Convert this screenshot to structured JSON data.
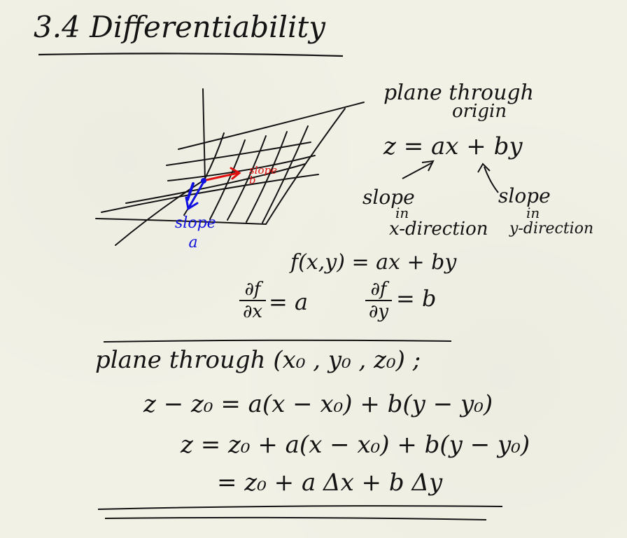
{
  "title": "3.4 Differentiability",
  "diagram": {
    "slope_b_label": "slope b",
    "slope_a_label": "slope a"
  },
  "notes": {
    "plane_origin_line1": "plane through",
    "plane_origin_line2": "origin",
    "equation": "z = ax + by",
    "slope_in_x_line1": "slope",
    "slope_in_x_line2": "in",
    "slope_in_x_line3": "x-direction",
    "slope_in_y_line1": "slope",
    "slope_in_y_line2": "in",
    "slope_in_y_line3": "y-direction",
    "function_def": "f(x,y) = ax + by",
    "partial_x": {
      "numerator": "∂f",
      "denominator": "∂x",
      "result": "= a"
    },
    "partial_y": {
      "numerator": "∂f",
      "denominator": "∂y",
      "result": "= b"
    }
  },
  "general": {
    "heading": "plane through (x₀ , y₀ , z₀) ;",
    "eq1": "z − z₀ = a(x − x₀) + b(y − y₀)",
    "eq2": "z = z₀ + a(x − x₀) + b(y − y₀)",
    "eq3": "= z₀ + a Δx  + b Δy"
  },
  "colors": {
    "ink": "#141414",
    "red": "#e01010",
    "blue": "#1010e0",
    "paper": "#f1f1e6"
  }
}
